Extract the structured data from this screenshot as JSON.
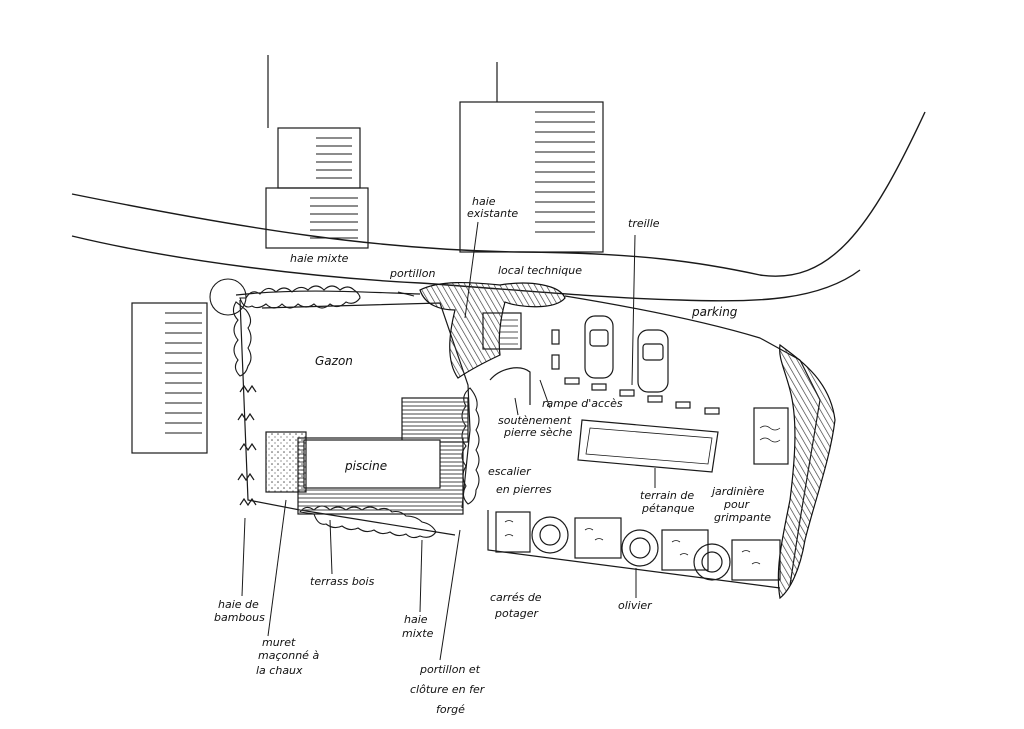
{
  "labels": {
    "haie_mixte_top": "haie mixte",
    "haie_existante_1": "haie",
    "haie_existante_2": "existante",
    "portillon_top": "portillon",
    "local_technique": "local technique",
    "treille": "treille",
    "parking": "parking",
    "gazon": "Gazon",
    "rampe_acces": "rampe d'accès",
    "soutenement_1": "soutènement",
    "soutenement_2": "pierre sèche",
    "piscine": "piscine",
    "escalier_1": "escalier",
    "escalier_2": "en pierres",
    "terrain_1": "terrain de",
    "terrain_2": "pétanque",
    "jardiniere_1": "jardinière",
    "jardiniere_2": "pour",
    "jardiniere_3": "grimpante",
    "terrass_bois": "terrass bois",
    "haie_bambous_1": "haie de",
    "haie_bambous_2": "bambous",
    "muret_1": "muret",
    "muret_2": "maçonné à",
    "muret_3": "la chaux",
    "haie_mixte_bottom_1": "haie",
    "haie_mixte_bottom_2": "mixte",
    "portillon_cloture_1": "portillon et",
    "portillon_cloture_2": "clôture en fer",
    "portillon_cloture_3": "forgé",
    "carres_1": "carrés de",
    "carres_2": "potager",
    "olivier": "olivier"
  },
  "colors": {
    "ink": "#1a1a1a",
    "hatch": "#333333",
    "paper": "#ffffff"
  }
}
